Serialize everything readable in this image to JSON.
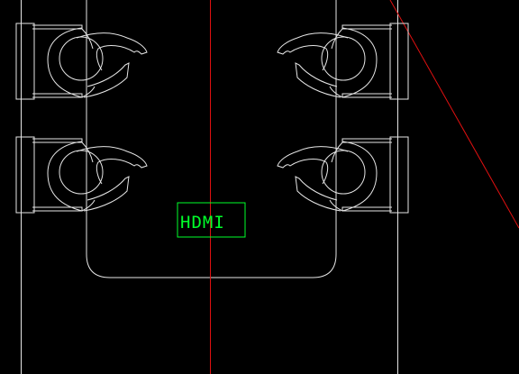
{
  "drawing": {
    "hdmi_label": "HDMI"
  },
  "colors": {
    "background": "#000000",
    "linework": "#e6e6e6",
    "centerline": "#e01010",
    "hdmi": "#00ff2a"
  },
  "seats": [
    {
      "name": "chair-top-left",
      "side": "left"
    },
    {
      "name": "chair-bottom-left",
      "side": "left"
    },
    {
      "name": "chair-top-right",
      "side": "right"
    },
    {
      "name": "chair-bottom-right",
      "side": "right"
    }
  ]
}
